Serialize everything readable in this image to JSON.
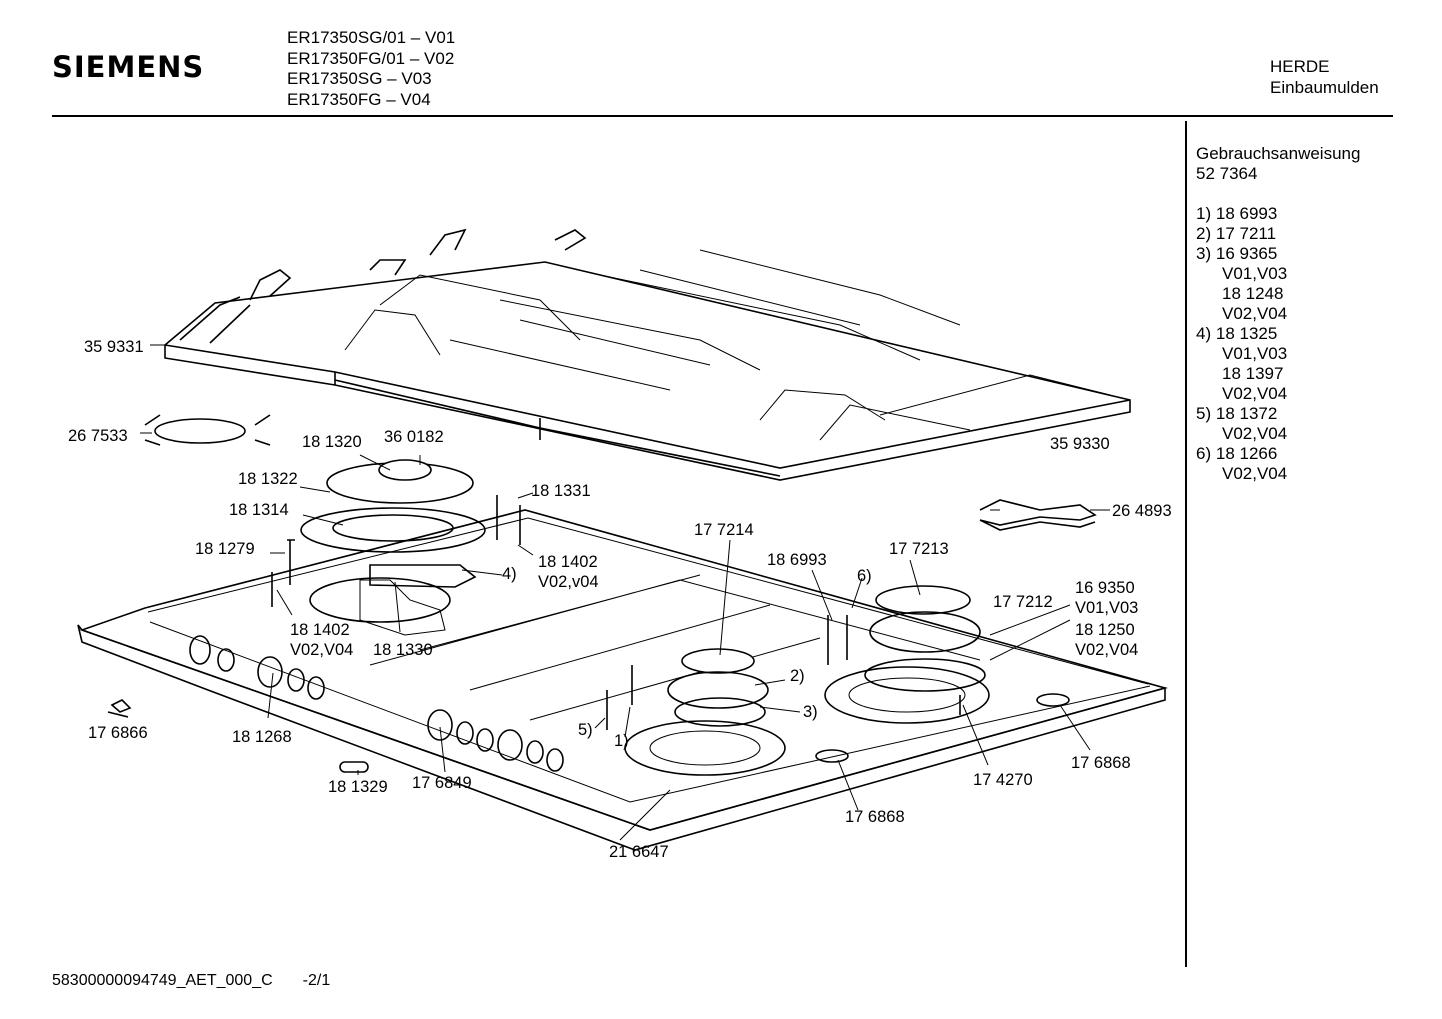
{
  "header": {
    "brand": "SIEMENS",
    "models": [
      "ER17350SG/01 – V01",
      "ER17350FG/01 – V02",
      "ER17350SG – V03",
      "ER17350FG – V04"
    ],
    "category": [
      "HERDE",
      "Einbaumulden"
    ]
  },
  "side_notes": {
    "manual_title": "Gebrauchsanweisung",
    "manual_number": "52 7364",
    "items": [
      {
        "ref": "1)",
        "lines": [
          "18 6993"
        ]
      },
      {
        "ref": "2)",
        "lines": [
          "17 7211"
        ]
      },
      {
        "ref": "3)",
        "lines": [
          "16 9365",
          "V01,V03",
          "18 1248",
          "V02,V04"
        ]
      },
      {
        "ref": "4)",
        "lines": [
          "18 1325",
          "V01,V03",
          "18 1397",
          "V02,V04"
        ]
      },
      {
        "ref": "5)",
        "lines": [
          "18 1372",
          "V02,V04"
        ]
      },
      {
        "ref": "6)",
        "lines": [
          "18 1266",
          "V02,V04"
        ]
      }
    ]
  },
  "footer": {
    "doc_id": "58300000094749_AET_000_C",
    "page": "-2/1"
  },
  "labels": {
    "l359331": "35 9331",
    "l267533": "26 7533",
    "l181320": "18 1320",
    "l360182": "36 0182",
    "l181322": "18 1322",
    "l181331": "18 1331",
    "l181314": "18 1314",
    "l181279": "18 1279",
    "l181402a": "18 1402",
    "l181402a_v": "V02,v04",
    "ref4": "4)",
    "l181402b": "18 1402",
    "l181402b_v": "V02,V04",
    "l181330": "18 1330",
    "l359330": "35 9330",
    "l264893": "26 4893",
    "l177214": "17 7214",
    "l186993": "18 6993",
    "l177213": "17 7213",
    "ref6": "6)",
    "l169350": "16 9350",
    "l169350_v": "V01,V03",
    "l177212": "17 7212",
    "l181250": "18 1250",
    "l181250_v": "V02,V04",
    "ref2": "2)",
    "ref3": "3)",
    "ref5": "5)",
    "ref1": "1)",
    "l176866": "17 6866",
    "l181268": "18 1268",
    "l181329": "18 1329",
    "l176849": "17 6849",
    "l174270": "17 4270",
    "l176868a": "17 6868",
    "l176868b": "17 6868",
    "l216647": "21 6647"
  }
}
